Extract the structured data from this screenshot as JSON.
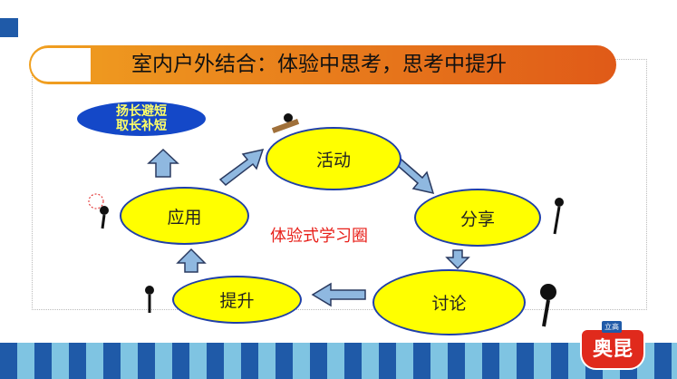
{
  "title": "室内户外结合：体验中思考，思考中提升",
  "goal": {
    "line1": "扬长避短",
    "line2": "取长补短"
  },
  "cycle": {
    "activity": "活动",
    "share": "分享",
    "discuss": "讨论",
    "improve": "提升",
    "apply": "应用"
  },
  "center_label": "体验式学习圈",
  "logo": {
    "brand": "奥昆",
    "tag": "立高"
  },
  "colors": {
    "node_fill": "#ffff00",
    "node_border": "#1f3fa8",
    "accent": "#e05a18",
    "stripe_dark": "#1f5aa8",
    "stripe_light": "#7fc4e2"
  }
}
